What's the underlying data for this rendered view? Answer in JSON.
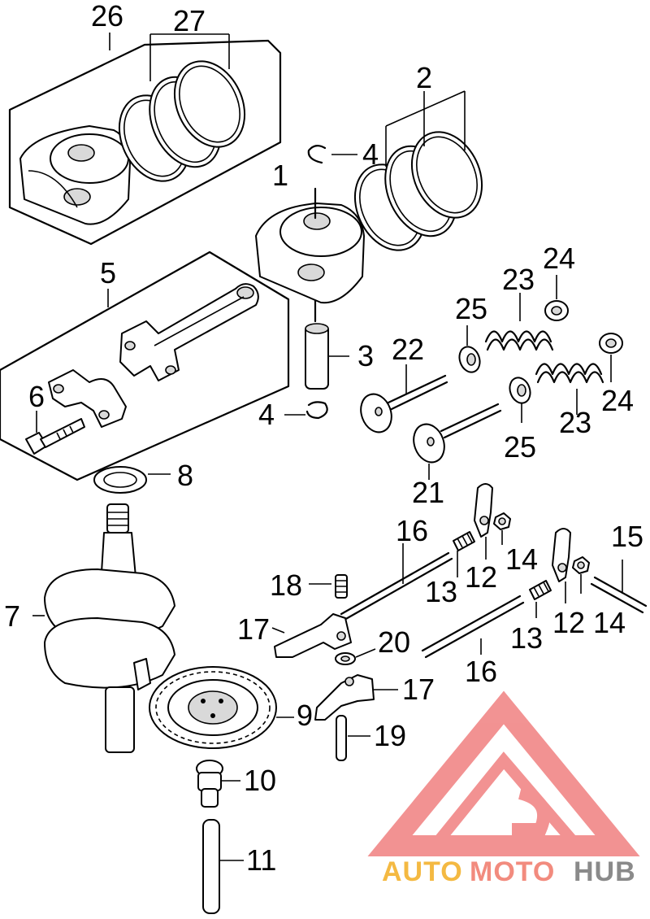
{
  "labels": {
    "p1": "1",
    "p2": "2",
    "p3": "3",
    "p4a": "4",
    "p4b": "4",
    "p5": "5",
    "p6": "6",
    "p7": "7",
    "p8": "8",
    "p9": "9",
    "p10": "10",
    "p11": "11",
    "p12a": "12",
    "p12b": "12",
    "p13a": "13",
    "p13b": "13",
    "p14a": "14",
    "p14b": "14",
    "p15": "15",
    "p16a": "16",
    "p16b": "16",
    "p17a": "17",
    "p17b": "17",
    "p18": "18",
    "p19": "19",
    "p20": "20",
    "p21": "21",
    "p22": "22",
    "p23a": "23",
    "p23b": "23",
    "p24a": "24",
    "p24b": "24",
    "p25a": "25",
    "p25b": "25",
    "p26": "26",
    "p27": "27"
  },
  "watermark": {
    "part1": "AUTO",
    "part2": "MOTO",
    "part3": "HUB",
    "colors": {
      "auto": "#f4b942",
      "moto": "#f28b7e",
      "hub": "#8a8a8a",
      "logo": "#f08080"
    }
  }
}
